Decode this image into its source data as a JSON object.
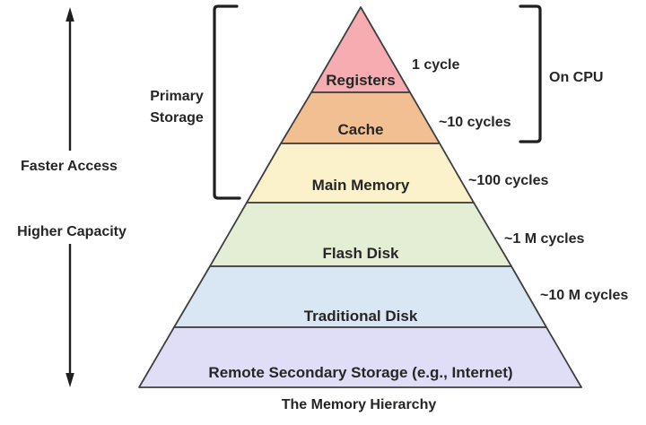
{
  "diagram": {
    "caption": "The Memory Hierarchy",
    "axis": {
      "faster_access": "Faster Access",
      "higher_capacity": "Higher Capacity"
    },
    "groups": {
      "primary_storage_line1": "Primary",
      "primary_storage_line2": "Storage",
      "on_cpu": "On CPU"
    },
    "levels": [
      {
        "name": "Registers",
        "latency": "1 cycle",
        "color": "#f6acb0"
      },
      {
        "name": "Cache",
        "latency": "~10 cycles",
        "color": "#f2bf93"
      },
      {
        "name": "Main Memory",
        "latency": "~100 cycles",
        "color": "#fbf1ca"
      },
      {
        "name": "Flash Disk",
        "latency": "~1 M cycles",
        "color": "#e4eed4"
      },
      {
        "name": "Traditional Disk",
        "latency": "~10 M cycles",
        "color": "#d9e6f3"
      },
      {
        "name": "Remote Secondary Storage (e.g., Internet)",
        "latency": "",
        "color": "#dfdef6"
      }
    ],
    "line_color": "#404040",
    "text_color": "#262626"
  }
}
